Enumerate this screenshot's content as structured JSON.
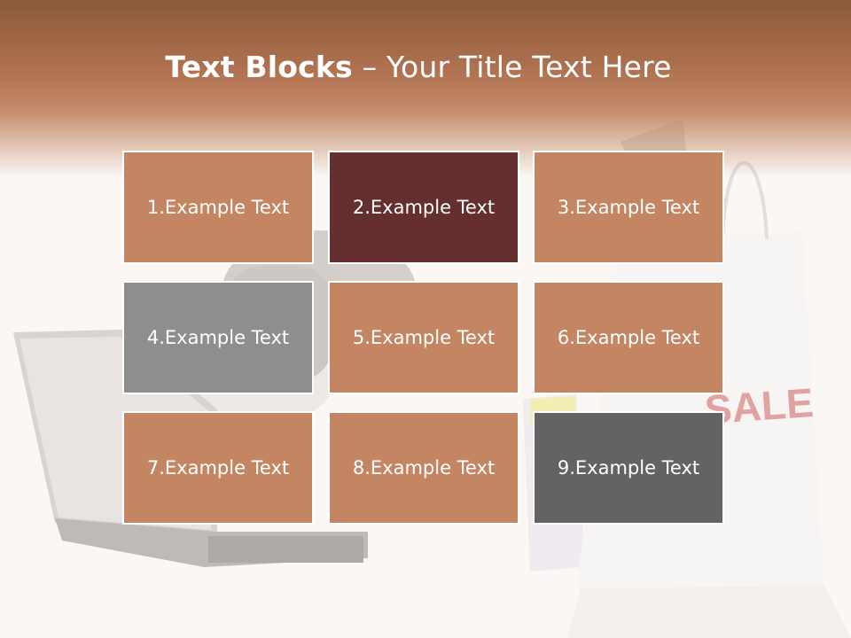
{
  "title": {
    "bold": "Text Blocks",
    "dash": " – ",
    "rest": "Your Title Text Here"
  },
  "blocks": [
    {
      "label": "1.Example Text",
      "color": "#c48662"
    },
    {
      "label": "2.Example Text",
      "color": "#652f2f"
    },
    {
      "label": "3.Example Text",
      "color": "#c48662"
    },
    {
      "label": "4.Example Text",
      "color": "#8e8e8e"
    },
    {
      "label": "5.Example Text",
      "color": "#c48662"
    },
    {
      "label": "6.Example Text",
      "color": "#c48662"
    },
    {
      "label": "7.Example Text",
      "color": "#c48662"
    },
    {
      "label": "8.Example Text",
      "color": "#c48662"
    },
    {
      "label": "9.Example Text",
      "color": "#636363"
    }
  ],
  "background": {
    "bag_text": "SALE"
  }
}
